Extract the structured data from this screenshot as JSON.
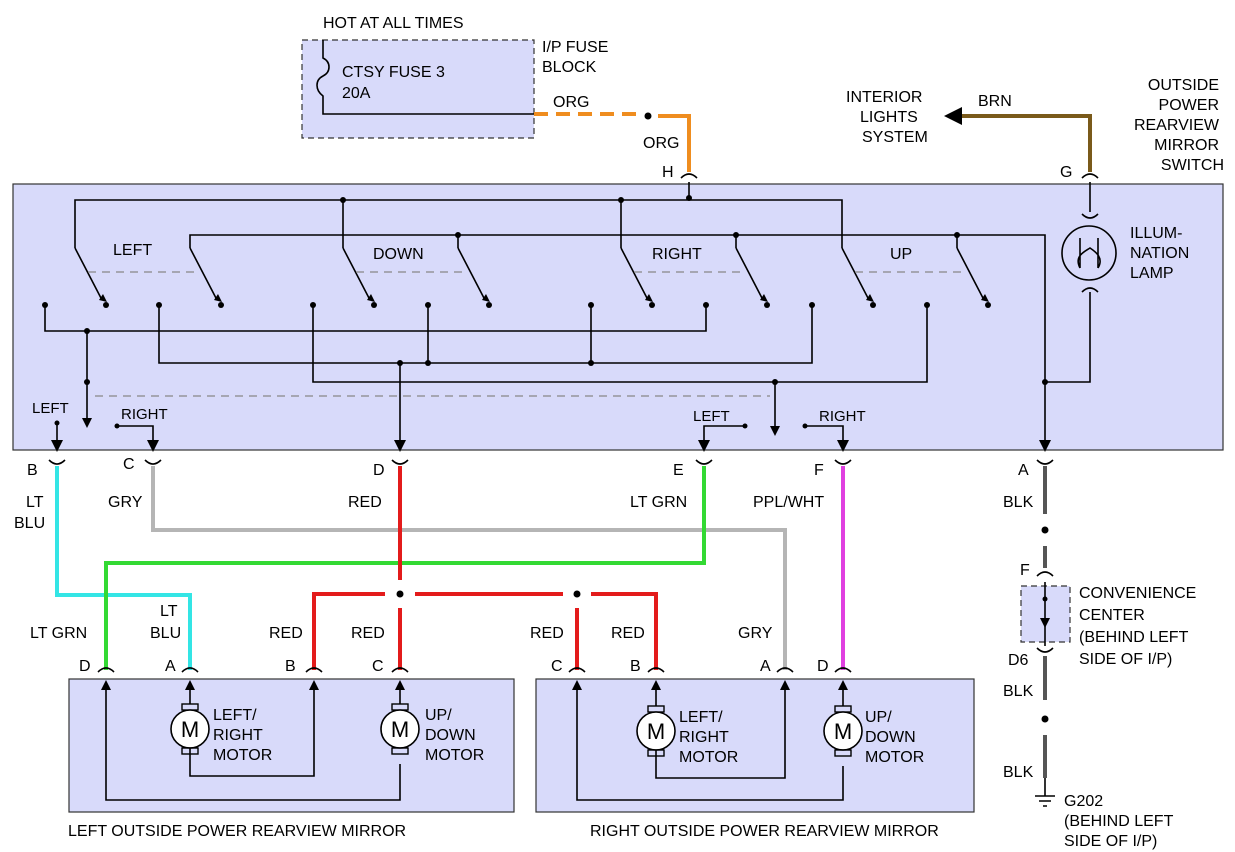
{
  "hot_label": "HOT AT ALL TIMES",
  "fuse": {
    "name": "CTSY FUSE 3",
    "rating": "20A",
    "block_l1": "I/P FUSE",
    "block_l2": "BLOCK"
  },
  "wires": {
    "org": "ORG",
    "brn": "BRN",
    "lt_blu_l1": "LT",
    "lt_blu_l2": "BLU",
    "gry": "GRY",
    "red": "RED",
    "lt_grn": "LT GRN",
    "ppl_wht": "PPL/WHT",
    "blk": "BLK"
  },
  "interior_l1": "INTERIOR",
  "interior_l2": "LIGHTS",
  "interior_l3": "SYSTEM",
  "switch_l1": "OUTSIDE",
  "switch_l2": "POWER",
  "switch_l3": "REARVIEW",
  "switch_l4": "MIRROR",
  "switch_l5": "SWITCH",
  "lamp_l1": "ILLUM-",
  "lamp_l2": "NATION",
  "lamp_l3": "LAMP",
  "directions": {
    "left": "LEFT",
    "down": "DOWN",
    "right": "RIGHT",
    "up": "UP"
  },
  "pins": {
    "a": "A",
    "b": "B",
    "c": "C",
    "d": "D",
    "e": "E",
    "f": "F",
    "g": "G",
    "h": "H",
    "d6": "D6"
  },
  "motor_symbol": "M",
  "lr_motor_l1": "LEFT/",
  "lr_motor_l2": "RIGHT",
  "lr_motor_l3": "MOTOR",
  "ud_motor_l1": "UP/",
  "ud_motor_l2": "DOWN",
  "ud_motor_l3": "MOTOR",
  "left_mirror": "LEFT OUTSIDE POWER REARVIEW MIRROR",
  "right_mirror": "RIGHT OUTSIDE POWER REARVIEW MIRROR",
  "conv_l1": "CONVENIENCE",
  "conv_l2": "CENTER",
  "conv_l3": "(BEHIND LEFT",
  "conv_l4": "SIDE OF I/P)",
  "ground": "G202",
  "ground_l2": "(BEHIND LEFT",
  "ground_l3": "SIDE OF I/P)",
  "colors": {
    "org": "#ef8d1f",
    "brn": "#7a5a1a",
    "lt_blu": "#33e5e5",
    "gry": "#b5b5b5",
    "red": "#e31b1b",
    "lt_grn": "#33d933",
    "ppl_wht": "#e040e0",
    "blk": "#555555",
    "box": "#d8dafa"
  }
}
